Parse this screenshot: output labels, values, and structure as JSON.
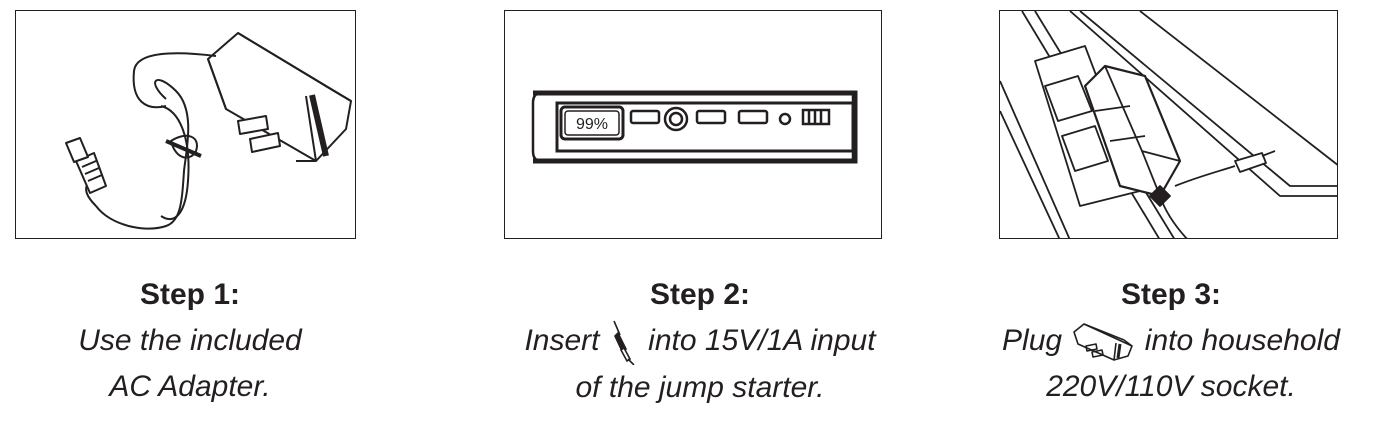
{
  "steps": [
    {
      "title": "Step 1:",
      "line1": "Use the included",
      "line2": "AC Adapter.",
      "icon": "ac-adapter-with-cable"
    },
    {
      "title": "Step 2:",
      "line1_pre": "Insert",
      "line1_post": "into 15V/1A input",
      "line2": "of the jump starter.",
      "inline_icon": "dc-plug-icon",
      "icon": "jump-starter-ports",
      "display_value": "99%"
    },
    {
      "title": "Step 3:",
      "line1_pre": "Plug",
      "line1_post": "into household",
      "line2": "220V/110V socket.",
      "inline_icon": "wall-adapter-icon",
      "icon": "adapter-in-wall-socket"
    }
  ],
  "colors": {
    "ink": "#231f20",
    "background": "#ffffff"
  }
}
